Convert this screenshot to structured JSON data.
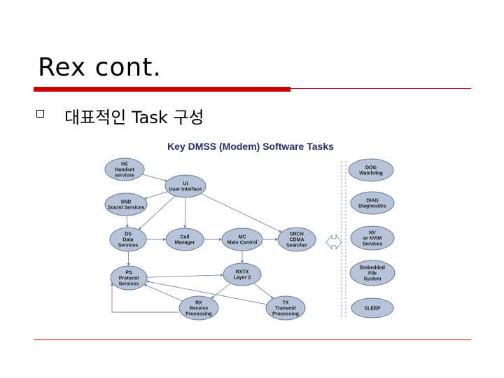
{
  "slide": {
    "title": "Rex cont.",
    "bullet": "대표적인 Task 구성"
  },
  "diagram": {
    "title": "Key DMSS (Modem) Software Tasks",
    "nodes": [
      {
        "id": "hs",
        "lines": [
          "HS",
          "Handset",
          "services"
        ]
      },
      {
        "id": "ui",
        "lines": [
          "UI",
          "User Interface"
        ]
      },
      {
        "id": "snd",
        "lines": [
          "SND",
          "Sound Services"
        ]
      },
      {
        "id": "ds",
        "lines": [
          "DS",
          "Data",
          "Services"
        ]
      },
      {
        "id": "cm",
        "lines": [
          "Call",
          "Manager"
        ]
      },
      {
        "id": "mc",
        "lines": [
          "MC",
          "Main Control"
        ]
      },
      {
        "id": "srch",
        "lines": [
          "SRCH",
          "CDMA",
          "Searcher"
        ]
      },
      {
        "id": "ps",
        "lines": [
          "PS",
          "Protocol",
          "Services"
        ]
      },
      {
        "id": "rxtx",
        "lines": [
          "RXTX",
          "Layer 2"
        ]
      },
      {
        "id": "rx",
        "lines": [
          "RX",
          "Receive",
          "Processing"
        ]
      },
      {
        "id": "tx",
        "lines": [
          "TX",
          "Transmit",
          "Processing"
        ]
      },
      {
        "id": "dog",
        "lines": [
          "DOG",
          "Watchdog"
        ]
      },
      {
        "id": "diag",
        "lines": [
          "DIAG",
          "Diagnostics"
        ]
      },
      {
        "id": "nv",
        "lines": [
          "NV",
          "or NVIM",
          "Services"
        ]
      },
      {
        "id": "efs",
        "lines": [
          "Embedded",
          "File",
          "System"
        ]
      },
      {
        "id": "sleep",
        "lines": [
          "SLEEP"
        ]
      }
    ],
    "edges": [
      {
        "from": "hs",
        "to": "ui"
      },
      {
        "from": "ui",
        "to": "snd"
      },
      {
        "from": "ui",
        "to": "ds"
      },
      {
        "from": "ui",
        "to": "cm"
      },
      {
        "from": "ui",
        "to": "srch"
      },
      {
        "from": "snd",
        "to": "ds"
      },
      {
        "from": "ds",
        "to": "cm"
      },
      {
        "from": "cm",
        "to": "mc"
      },
      {
        "from": "mc",
        "to": "srch"
      },
      {
        "from": "ds",
        "to": "ps"
      },
      {
        "from": "ps",
        "to": "rxtx"
      },
      {
        "from": "mc",
        "to": "rxtx"
      },
      {
        "from": "rxtx",
        "to": "rx"
      },
      {
        "from": "rxtx",
        "to": "tx"
      },
      {
        "from": "rx",
        "to": "ps"
      },
      {
        "from": "tx",
        "to": "ps"
      }
    ]
  }
}
